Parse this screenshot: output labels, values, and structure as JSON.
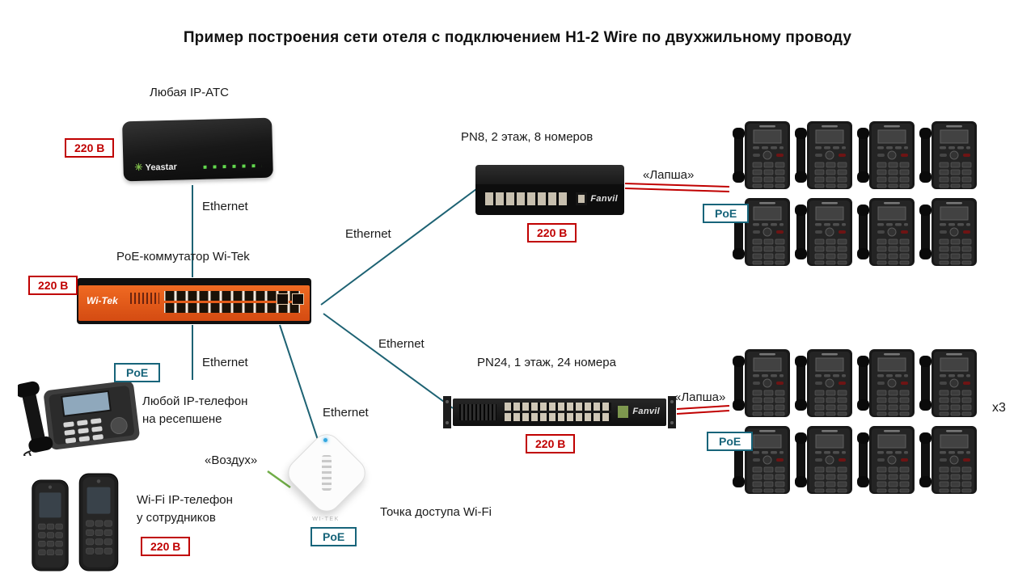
{
  "title": "Пример построения сети отеля с подключением H1-2 Wire по двухжильному проводу",
  "nodes": {
    "pbx": {
      "label": "Любая IP-АТС",
      "brand": "Yeastar"
    },
    "core_switch": {
      "label": "PoE-коммутатор Wi-Tek",
      "brand": "Wi-Tek",
      "ports": 24
    },
    "pn8": {
      "label": "PN8, 2 этаж, 8 номеров",
      "brand": "Fanvil",
      "ports": 8,
      "phones_shown": 8
    },
    "pn24": {
      "label": "PN24, 1 этаж, 24 номера",
      "brand": "Fanvil",
      "ports": 24,
      "phones_shown": 8,
      "multiplier": "x3"
    },
    "reception_phone": {
      "label_line1": "Любой IP-телефон",
      "label_line2": "на ресепшене"
    },
    "wifi_phone": {
      "label_line1": "Wi-Fi IP-телефон",
      "label_line2": "у сотрудников"
    },
    "access_point": {
      "label": "Точка доступа Wi-Fi",
      "brand": "WI-TEK"
    }
  },
  "links": {
    "ethernet": "Ethernet",
    "two_wire": "«Лапша»",
    "air": "«Воздух»"
  },
  "badges": {
    "power": "220 В",
    "poe": "PoE"
  },
  "colors": {
    "ethernet_line": "#1d6273",
    "two_wire_line": "#c00000",
    "air_line": "#70ad47",
    "power_badge": "#c00000",
    "poe_badge": "#17647a",
    "switch_face": "#e05a1a"
  }
}
